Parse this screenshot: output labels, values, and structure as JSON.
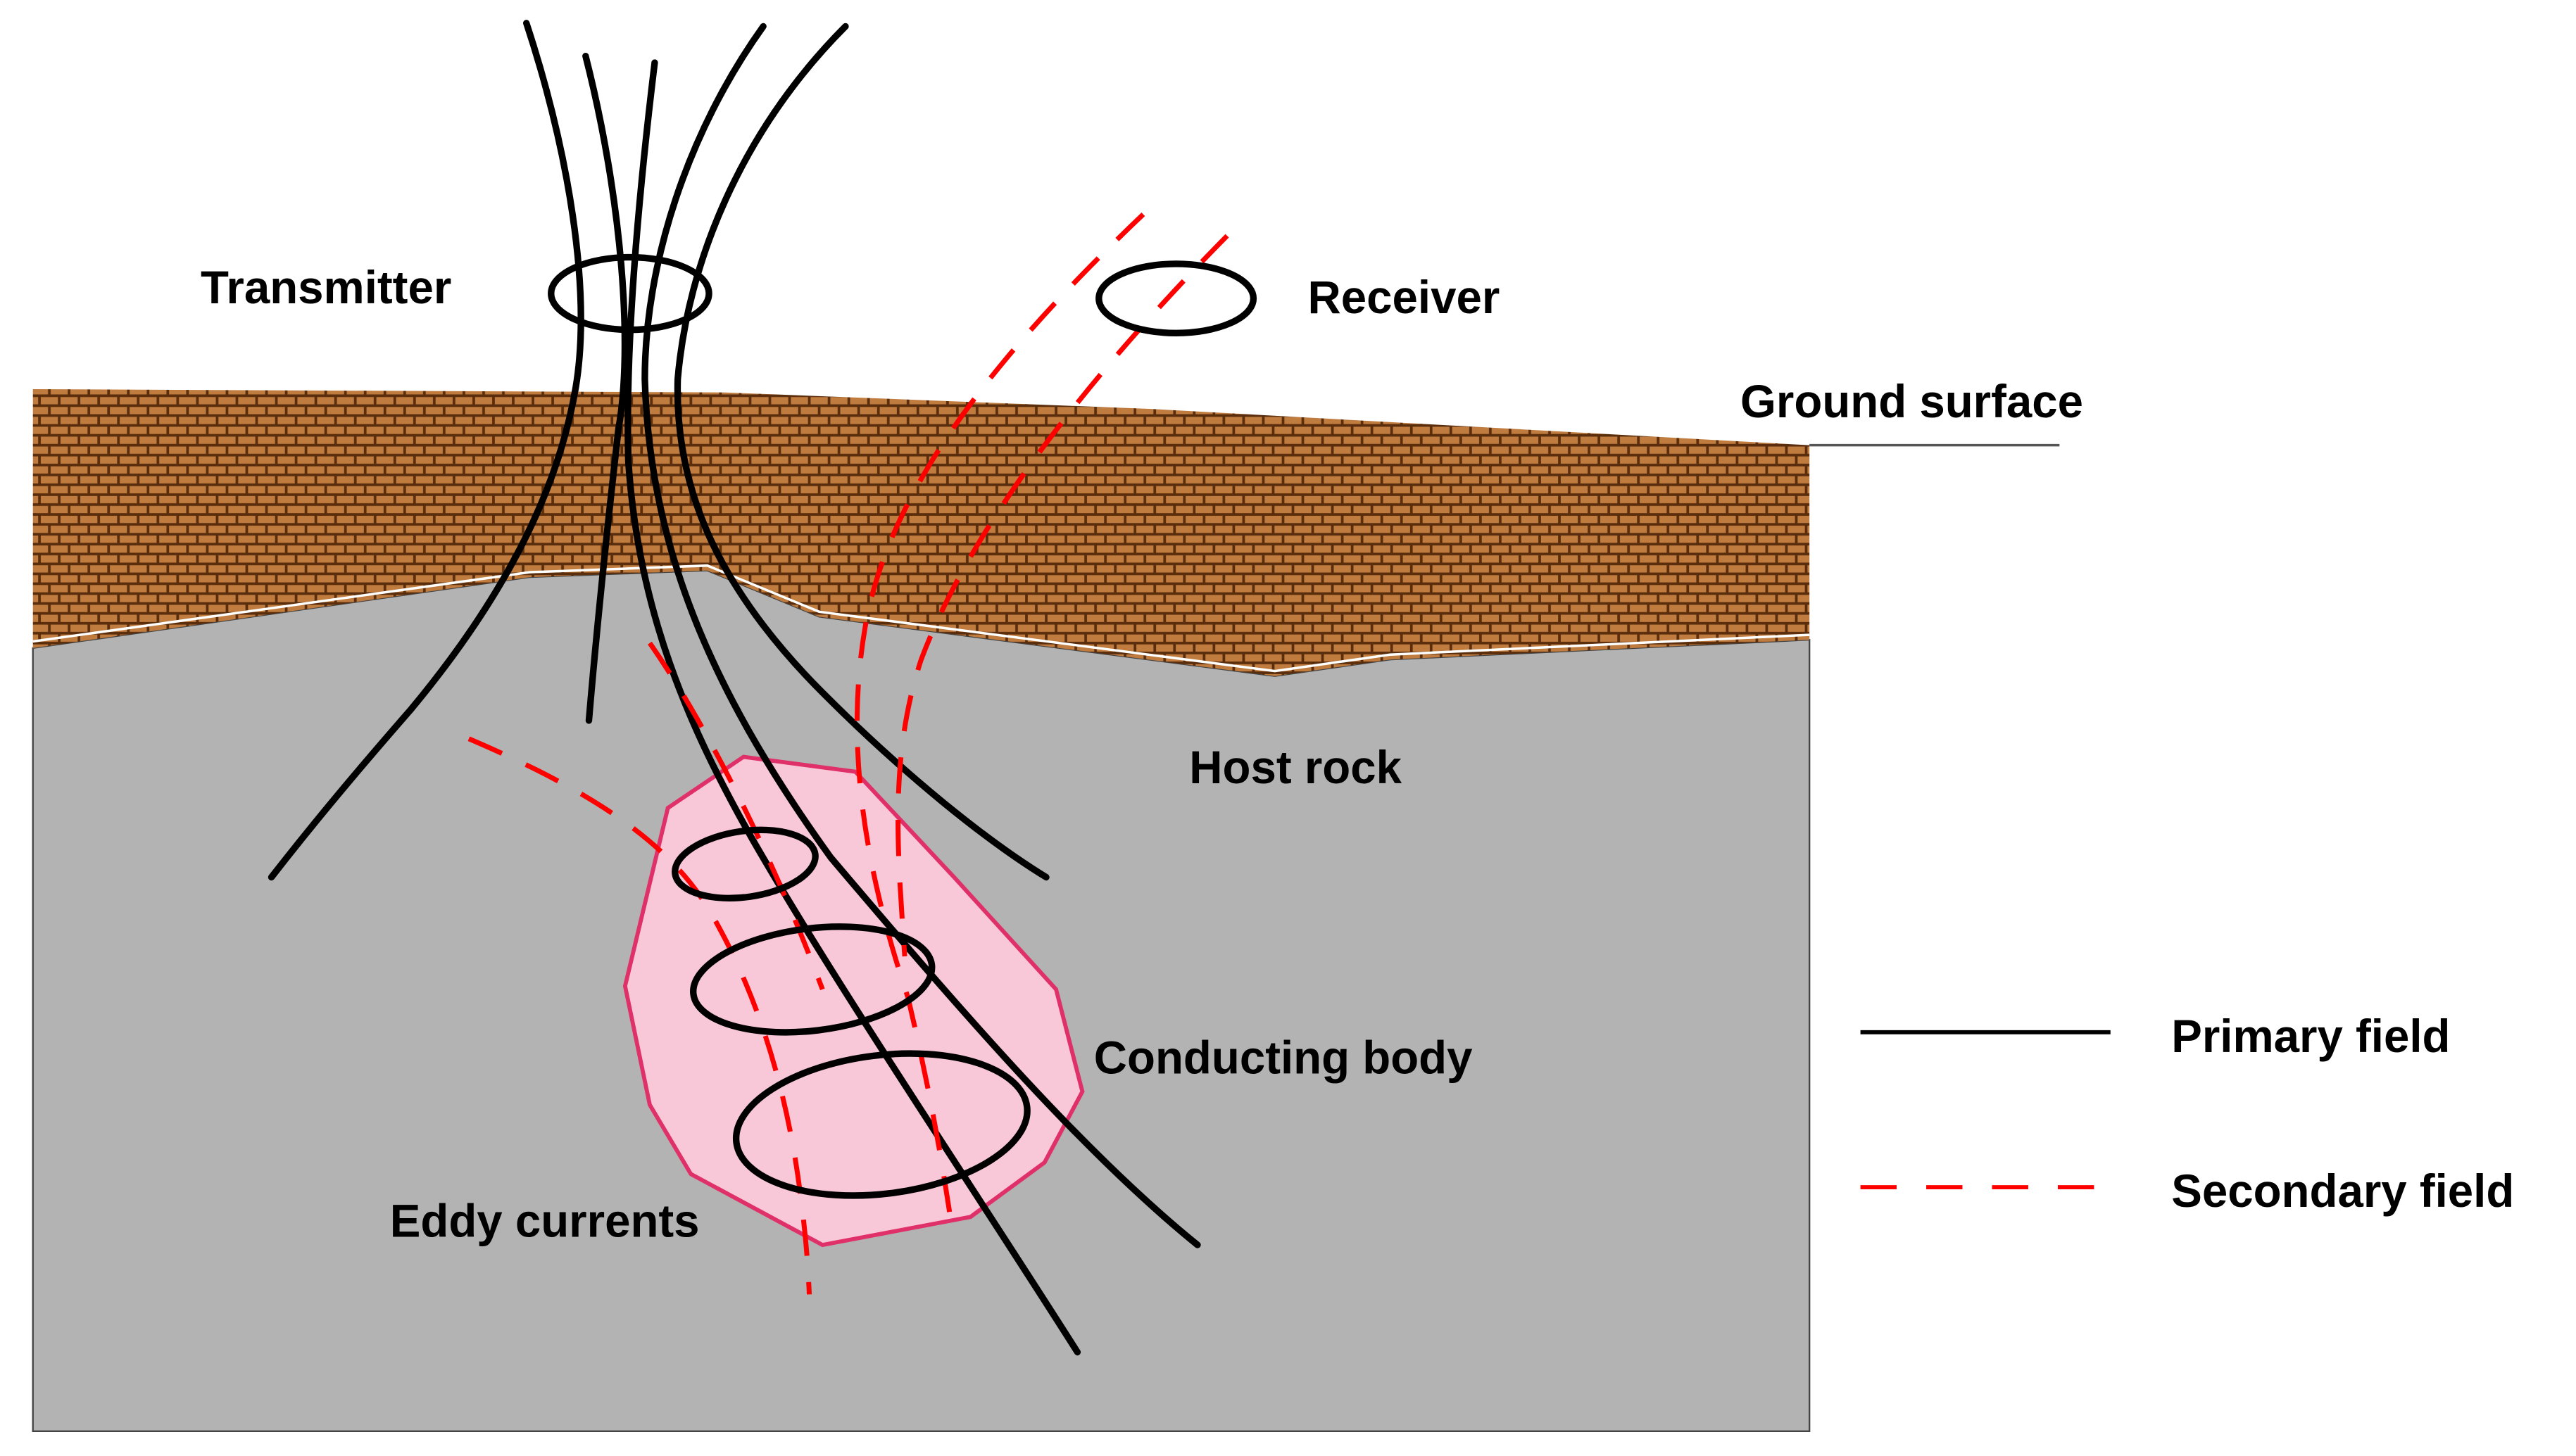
{
  "colors": {
    "background": "#ffffff",
    "host_rock": "#b3b3b3",
    "host_rock_border": "#444444",
    "overburden_fill": "#5a2d0c",
    "overburden_brick": "#c07b3e",
    "conducting_body_fill": "#f9c8d8",
    "conducting_body_stroke": "#e0306a",
    "primary_field": "#000000",
    "secondary_field": "#ff0000",
    "label_text": "#000000"
  },
  "labels": {
    "transmitter": "Transmitter",
    "receiver": "Receiver",
    "ground_surface": "Ground surface",
    "host_rock": "Host rock",
    "conducting_body": "Conducting body",
    "eddy_currents": "Eddy currents"
  },
  "legend": {
    "items": [
      {
        "label": "Primary field",
        "style": "solid",
        "color": "#000000"
      },
      {
        "label": "Secondary field",
        "style": "dashed",
        "color": "#ff0000"
      }
    ]
  }
}
